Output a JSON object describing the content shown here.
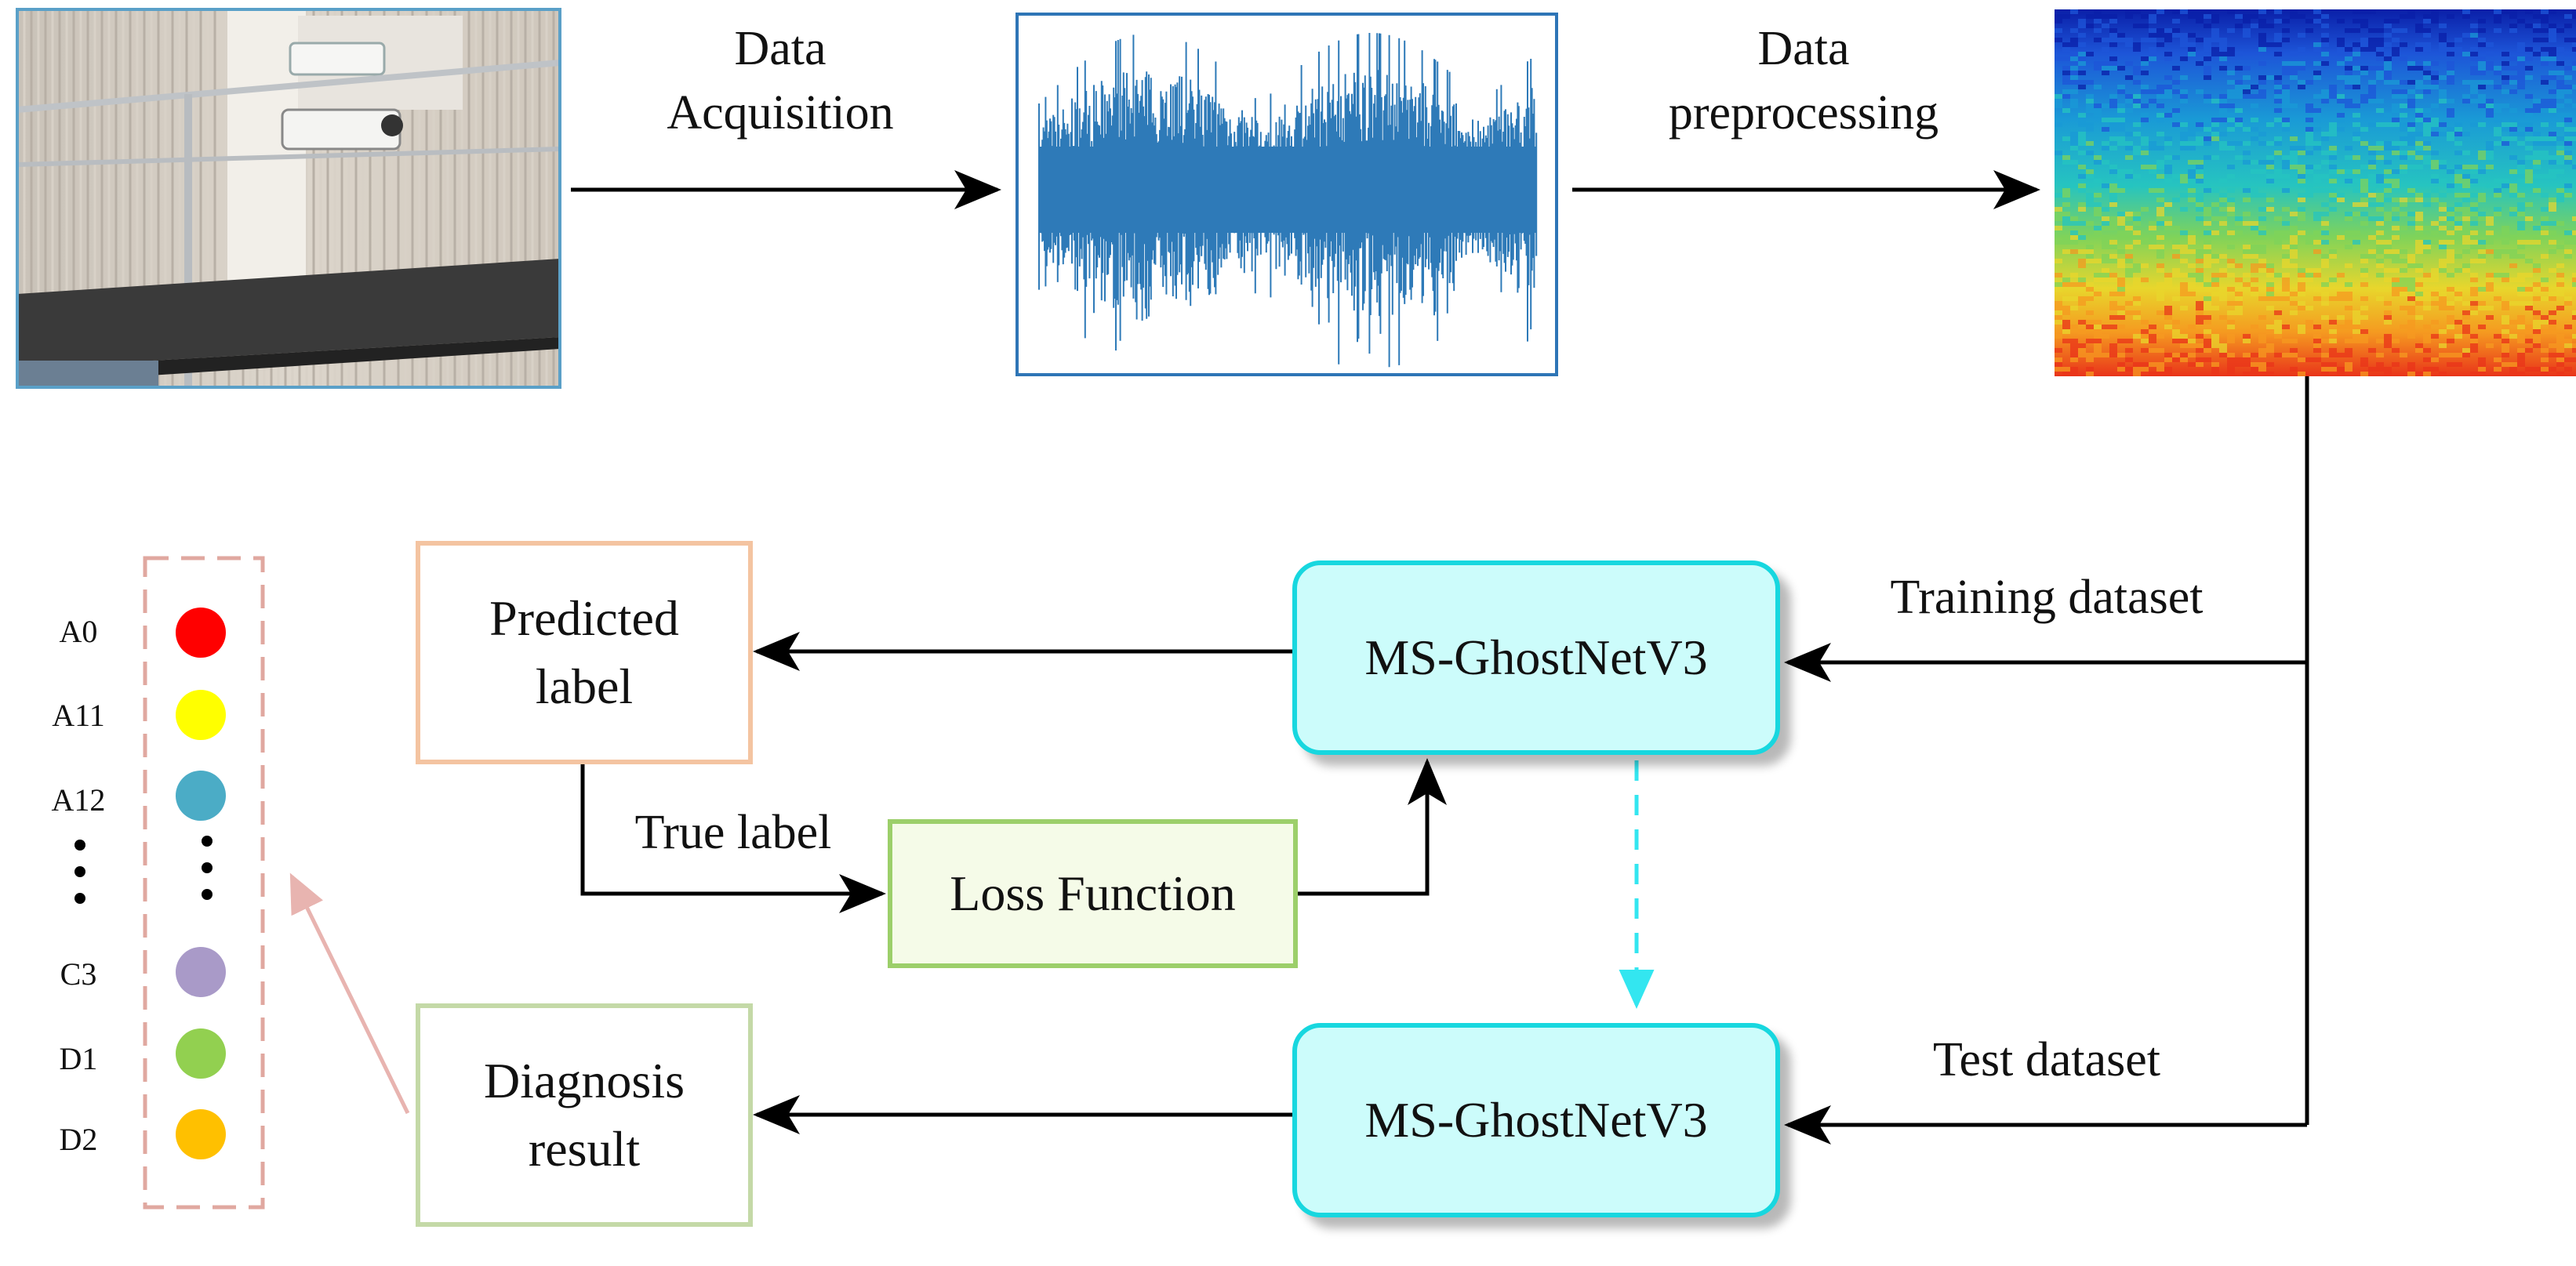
{
  "flow": {
    "acquisition_label": "Data\nAcquisition",
    "preprocessing_label": "Data\npreprocessing",
    "training_dataset_label": "Training dataset",
    "test_dataset_label": "Test dataset",
    "true_label_text": "True label"
  },
  "boxes": {
    "model_train": "MS-GhostNetV3",
    "model_test": "MS-GhostNetV3",
    "predicted_label": "Predicted\nlabel",
    "loss_function": "Loss Function",
    "diagnosis_result": "Diagnosis\nresult"
  },
  "legend": {
    "classes": [
      {
        "label": "A0",
        "color": "#ff0000"
      },
      {
        "label": "A11",
        "color": "#ffff00"
      },
      {
        "label": "A12",
        "color": "#4bacc6"
      },
      {
        "label": "C3",
        "color": "#a99ac8"
      },
      {
        "label": "D1",
        "color": "#92d050"
      },
      {
        "label": "D2",
        "color": "#ffc000"
      }
    ]
  },
  "colors": {
    "model_fill": "#ccfcfb",
    "model_border": "#17d7df",
    "predicted_border": "#f4c4a1",
    "diagnosis_border": "#c4d9a7",
    "loss_fill": "#f5fbe8",
    "loss_border": "#9ccf6a",
    "legend_border": "#e0a8a0",
    "waveform": "#2e7ab8",
    "dashed_arrow": "#33e6f0"
  },
  "images": {
    "photo": "conveyor-belt-test-rig-photo",
    "waveform": "vibration-signal-waveform",
    "spectrogram": "time-frequency-spectrogram"
  }
}
